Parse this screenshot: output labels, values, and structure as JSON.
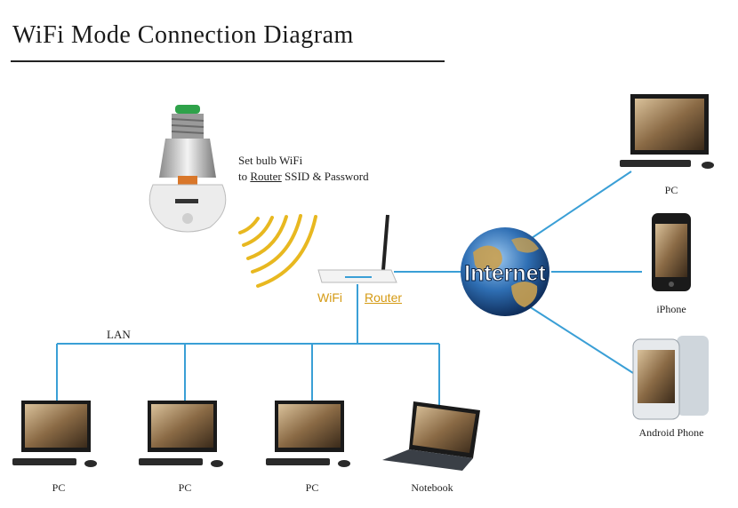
{
  "title": "WiFi Mode Connection Diagram",
  "bulb": {
    "line1": "Set bulb WiFi",
    "line2_prefix": "to ",
    "line2_router": "Router",
    "line2_suffix": " SSID & Password"
  },
  "router": {
    "wifi_label": "WiFi",
    "router_label": "Router"
  },
  "globe_label": "Internet",
  "lan_label": "LAN",
  "right_devices": {
    "pc": "PC",
    "iphone": "iPhone",
    "android": "Android Phone"
  },
  "bottom_devices": {
    "pc1": "PC",
    "pc2": "PC",
    "pc3": "PC",
    "notebook": "Notebook"
  },
  "colors": {
    "line": "#3a9fd6",
    "accent": "#d59a13",
    "wifi_wave": "#e8b820"
  }
}
